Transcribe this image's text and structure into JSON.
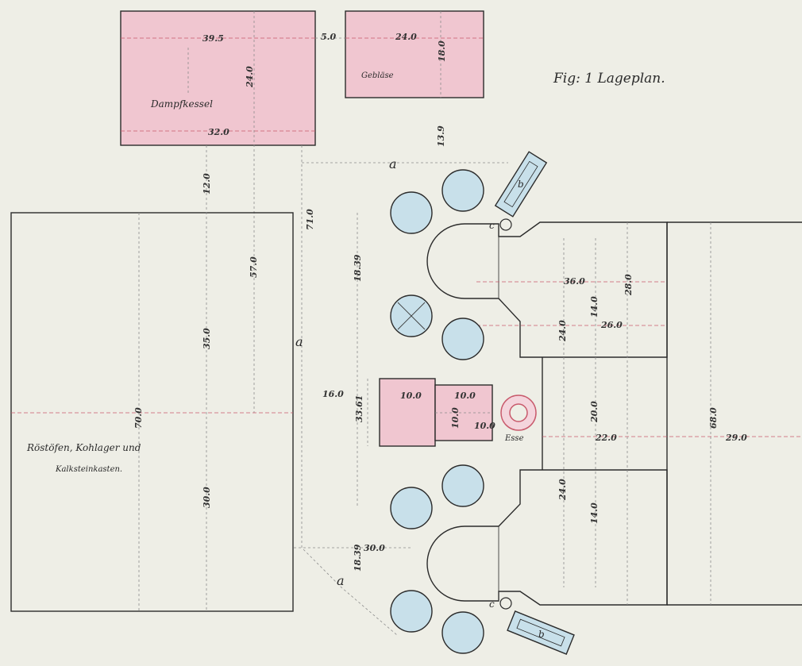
{
  "title": "Fig: 1 Lageplan.",
  "labels": {
    "dampfkessel": "Dampfkessel",
    "gebläse": "Gebläse",
    "storage_line1": "Röstöfen, Kohlager und",
    "storage_line2": "Kalksteinkasten.",
    "esse": "Esse",
    "a_top": "a",
    "a_mid": "a",
    "a_bottom": "a",
    "b_top": "b",
    "b_bottom": "b",
    "c_top": "c",
    "c_bottom": "c"
  },
  "dimensions": {
    "d_boiler_width_top": "39.5",
    "d_boiler_width_bottom": "32.0",
    "d_boiler_height": "24.0",
    "d_gap_5": "5.0",
    "d_blower_width": "24.0",
    "d_blower_height": "18.0",
    "d_12_0": "12.0",
    "d_13_9": "13.9",
    "d_71_0": "71.0",
    "d_57_0": "57.0",
    "d_70_0": "70.0",
    "d_35_0": "35.0",
    "d_30_0_left": "30.0",
    "d_18_39_top": "18.39",
    "d_18_39_bottom": "18.39",
    "d_16_0": "16.0",
    "d_33_61": "33.61",
    "d_10_0_a": "10.0",
    "d_10_0_b": "10.0",
    "d_10_0_c": "10.0",
    "d_10_0_d": "10.0",
    "d_30_0_bottom": "30.0",
    "d_36_0": "36.0",
    "d_26_0": "26.0",
    "d_28_0": "28.0",
    "d_14_0_a": "14.0",
    "d_24_0_a": "24.0",
    "d_24_0_b": "24.0",
    "d_14_0_b": "14.0",
    "d_20_0": "20.0",
    "d_22_0": "22.0",
    "d_68_0": "68.0",
    "d_29_0": "29.0"
  },
  "colors": {
    "paper": "#eeeee6",
    "pink_fill": "#f0c6d0",
    "tank_fill": "#c8e0ea",
    "ink": "#2b2b2b",
    "red_line": "#c85a6c"
  }
}
